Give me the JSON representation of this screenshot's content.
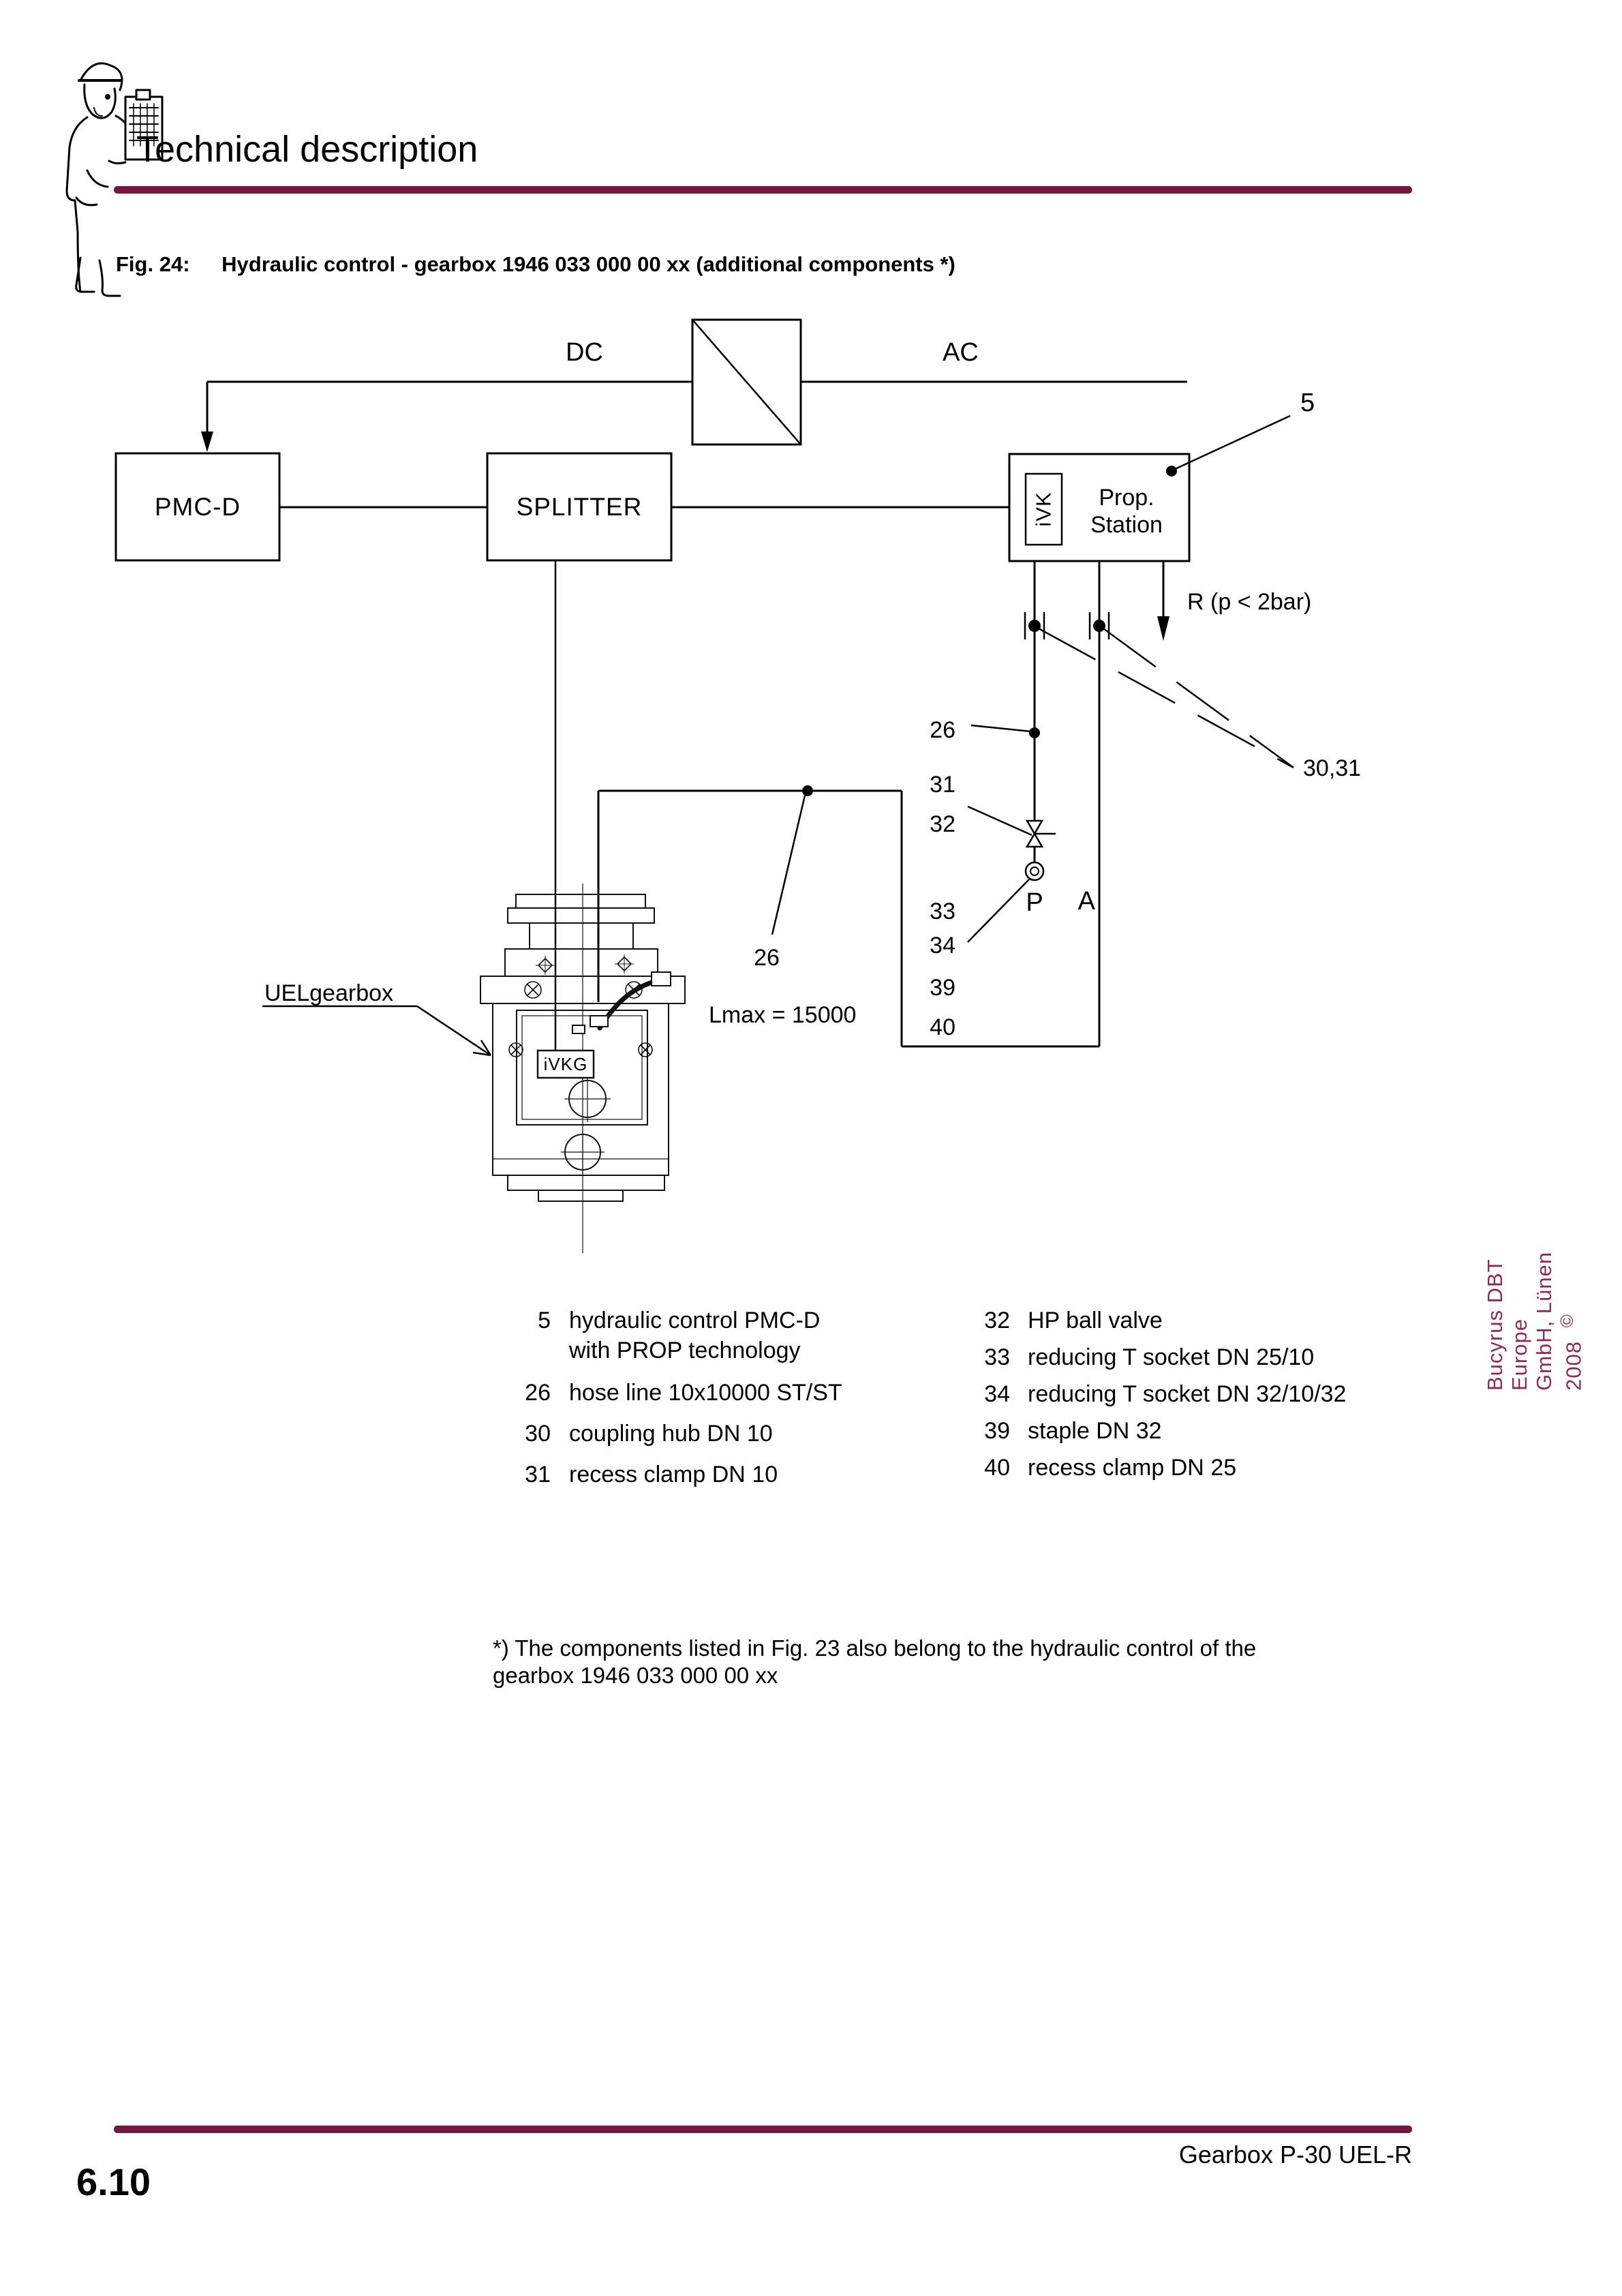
{
  "colors": {
    "accent": "#76163f",
    "sidebar_text": "#8e2a55"
  },
  "header": {
    "title": "Technical description"
  },
  "figure": {
    "label": "Fig. 24:",
    "caption": "Hydraulic control - gearbox 1946 033 000 00 xx (additional components *)"
  },
  "diagram": {
    "dc_label": "DC",
    "ac_label": "AC",
    "pmcd_label": "PMC-D",
    "splitter_label": "SPLITTER",
    "prop_line1": "Prop.",
    "prop_line2": "Station",
    "ivk_label": "iVK",
    "ivkg_label": "iVKG",
    "ref5": "5",
    "r_label": "R (p < 2bar)",
    "ref26_line": "26",
    "ref30_31": "30,31",
    "ref31": "31",
    "ref32": "32",
    "ref33": "33",
    "ref34": "34",
    "ref39": "39",
    "ref40": "40",
    "port_p": "P",
    "port_a": "A",
    "ref26_hose": "26",
    "lmax_label": "Lmax = 15000",
    "uel_label": "UELgearbox"
  },
  "parts_list": {
    "left": [
      {
        "num": "5",
        "lines": [
          "hydraulic control PMC-D",
          "with PROP technology"
        ]
      },
      {
        "num": "26",
        "lines": [
          "hose line 10x10000 ST/ST"
        ]
      },
      {
        "num": "30",
        "lines": [
          "coupling hub DN 10"
        ]
      },
      {
        "num": "31",
        "lines": [
          "recess clamp DN 10"
        ]
      }
    ],
    "right": [
      {
        "num": "32",
        "lines": [
          "HP ball valve"
        ]
      },
      {
        "num": "33",
        "lines": [
          "reducing T socket DN 25/10"
        ]
      },
      {
        "num": "34",
        "lines": [
          "reducing T socket DN 32/10/32"
        ]
      },
      {
        "num": "39",
        "lines": [
          "staple DN 32"
        ]
      },
      {
        "num": "40",
        "lines": [
          "recess clamp DN 25"
        ]
      }
    ]
  },
  "footnote": {
    "line1": "*) The components listed in Fig. 23 also belong to the hydraulic control of the",
    "line2": "gearbox 1946 033 000 00 xx"
  },
  "sidebar": {
    "text": "Bucyrus DBT Europe GmbH, Lünen 2008",
    "copyright": "©"
  },
  "footer": {
    "page_number": "6.10",
    "doc_title": "Gearbox P-30 UEL-R"
  }
}
